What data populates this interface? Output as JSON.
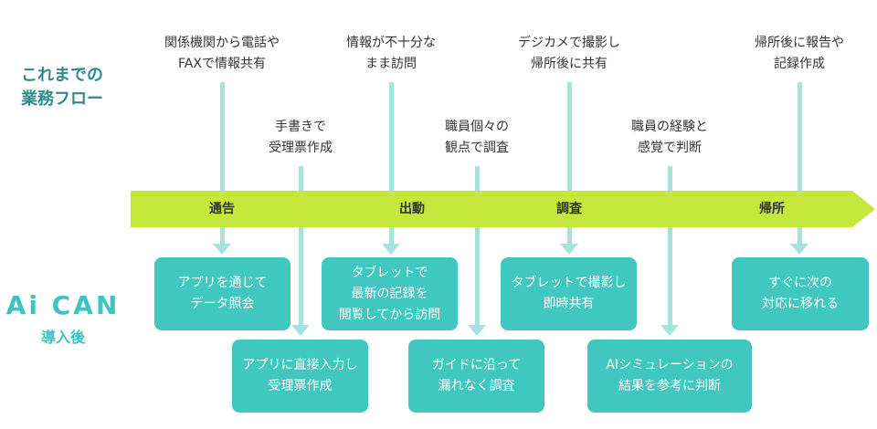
{
  "labels": {
    "current_flow": [
      "これまでの",
      "業務フロー"
    ],
    "logo": "Ai CAN",
    "after": "導入後"
  },
  "stages": [
    "通告",
    "出動",
    "調査",
    "帰所"
  ],
  "old_notes_top": [
    [
      "関係機関から電話や",
      "FAXで情報共有"
    ],
    [
      "情報が不十分な",
      "まま訪問"
    ],
    [
      "デジカメで撮影し",
      "帰所後に共有"
    ],
    [
      "帰所後に報告や",
      "記録作成"
    ]
  ],
  "old_notes_mid": [
    [
      "手書きで",
      "受理票作成"
    ],
    [
      "職員個々の",
      "観点で調査"
    ],
    [
      "職員の経験と",
      "感覚で判断"
    ]
  ],
  "new_boxes_top": [
    [
      "アプリを通じて",
      "データ照会"
    ],
    [
      "タブレットで",
      "最新の記録を",
      "閲覧してから訪問"
    ],
    [
      "タブレットで撮影し",
      "即時共有"
    ],
    [
      "すぐに次の",
      "対応に移れる"
    ]
  ],
  "new_boxes_bottom": [
    [
      "アプリに直接入力し",
      "受理票作成"
    ],
    [
      "ガイドに沿って",
      "漏れなく調査"
    ],
    [
      "AIシミュレーションの",
      "結果を参考に判断"
    ]
  ],
  "colors": {
    "band": "#c5e63a",
    "box": "#40c8c0",
    "connector": "#a6e3dd",
    "label_old": "#2e8b8b"
  }
}
